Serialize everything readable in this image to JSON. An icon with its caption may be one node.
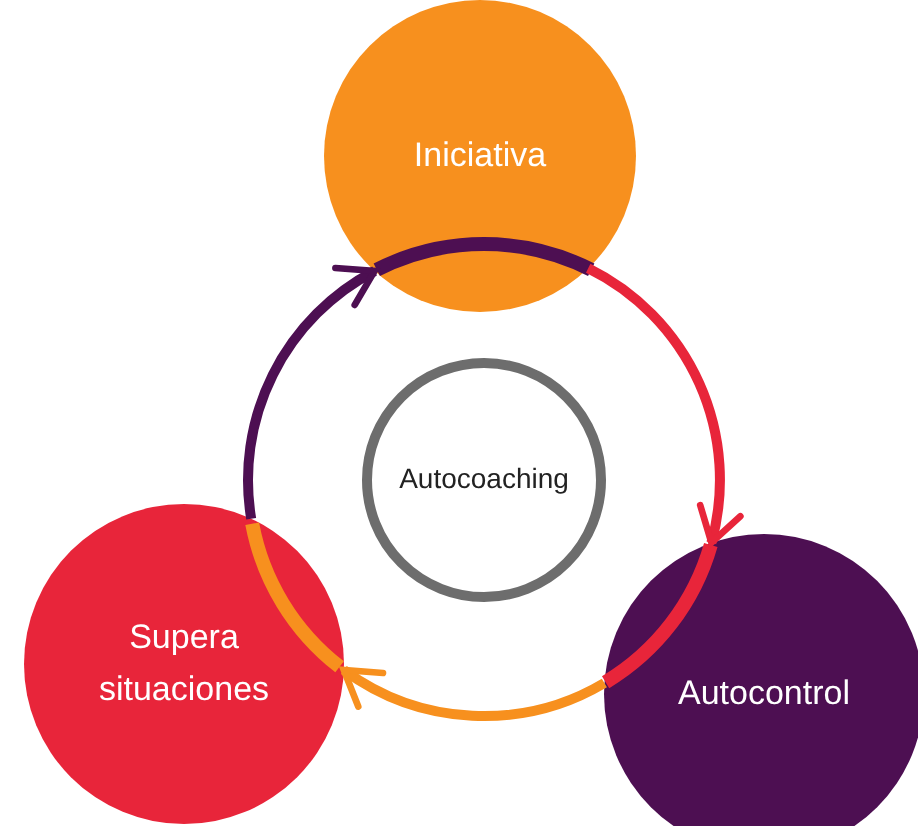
{
  "diagram": {
    "nodes": [
      {
        "text": [
          "Iniciativa"
        ]
      },
      {
        "text": [
          "Autocoaching"
        ]
      },
      {
        "text": [
          "Supera situaciones"
        ]
      },
      {
        "text": [
          "Autocontrol"
        ]
      }
    ],
    "edges": [
      {
        "from": 0,
        "to": 3,
        "arrow": "to",
        "color": "#e8253a"
      },
      {
        "from": 3,
        "to": 2,
        "arrow": "to",
        "color": "#f7901e"
      },
      {
        "from": 2,
        "to": 0,
        "arrow": "to",
        "color": "#4d0f52"
      }
    ]
  }
}
